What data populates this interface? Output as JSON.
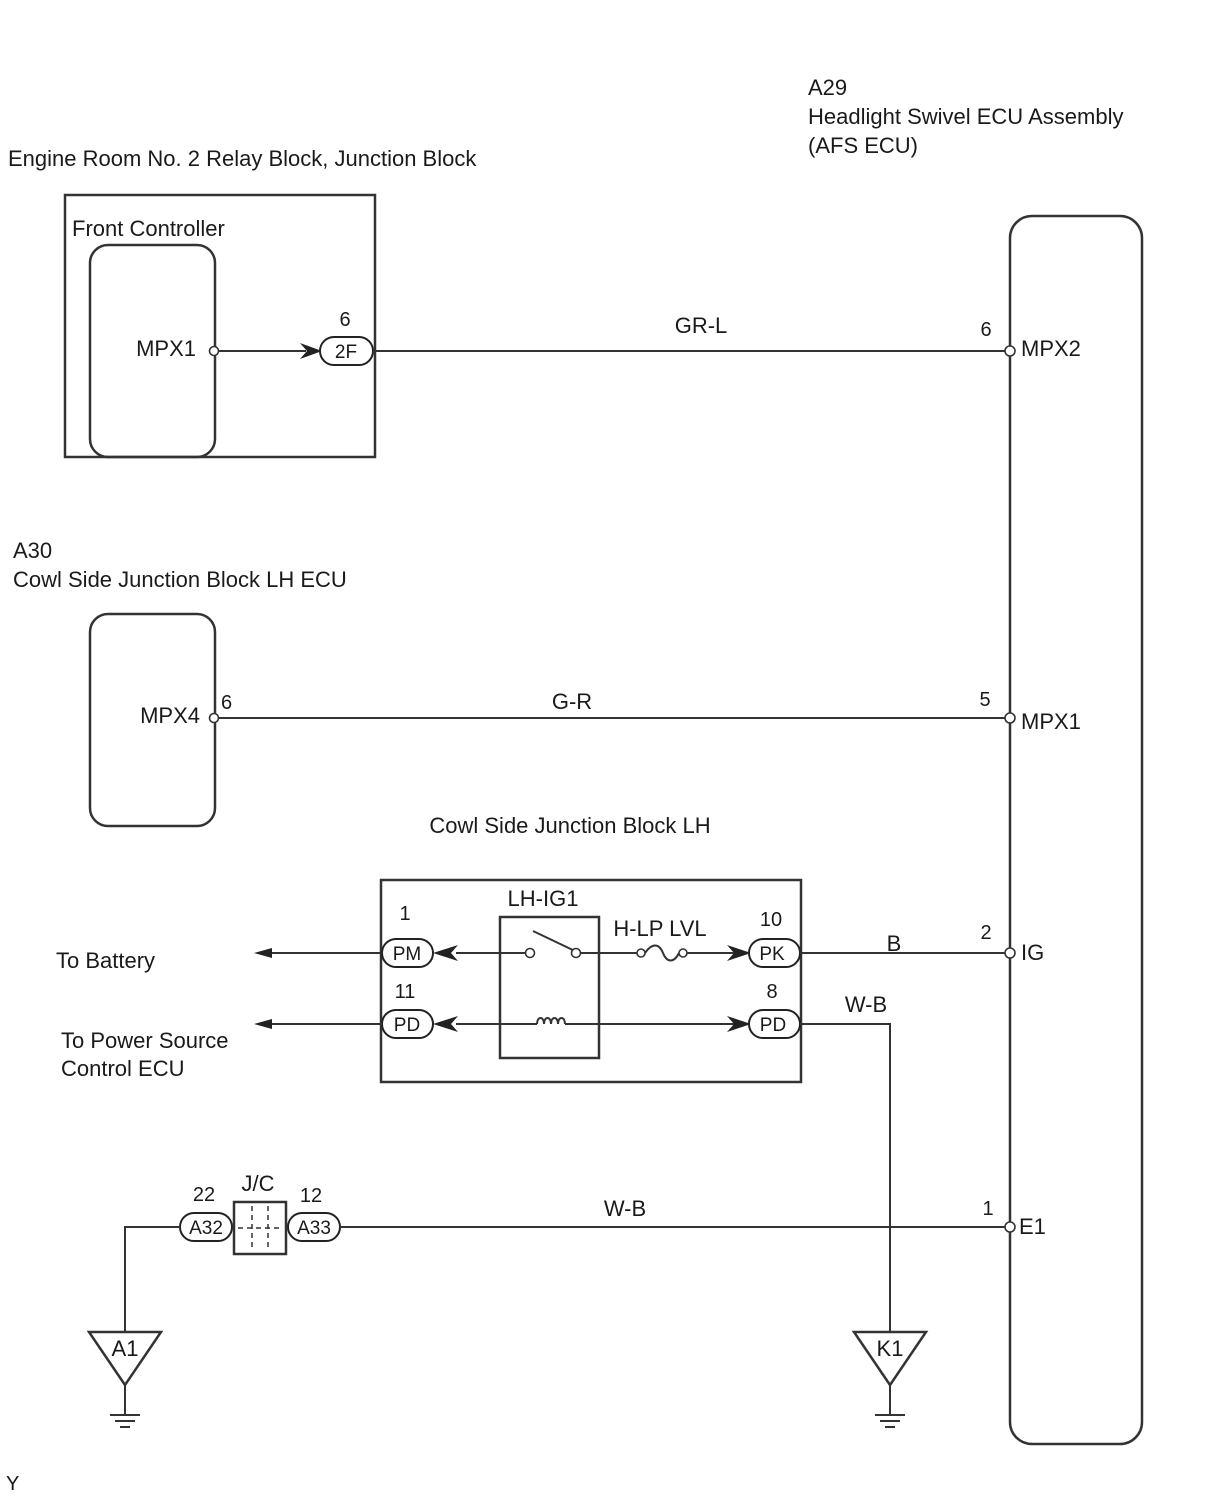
{
  "components": {
    "relay_block": {
      "title": "Engine Room No. 2 Relay Block, Junction Block",
      "controller": "Front Controller",
      "terminal": "MPX1",
      "connector": {
        "pin": "6",
        "code": "2F"
      }
    },
    "afs_ecu": {
      "code": "A29",
      "name": "Headlight Swivel ECU Assembly",
      "sub": "(AFS ECU)",
      "terminals": [
        {
          "pin": "6",
          "name": "MPX2"
        },
        {
          "pin": "5",
          "name": "MPX1"
        },
        {
          "pin": "2",
          "name": "IG"
        },
        {
          "pin": "1",
          "name": "E1"
        }
      ]
    },
    "cowl_ecu": {
      "code": "A30",
      "name": "Cowl Side Junction Block LH ECU",
      "terminal": "MPX4",
      "pin": "6"
    },
    "cowl_jb": {
      "title": "Cowl Side Junction Block LH",
      "relay": "LH-IG1",
      "fuse": "H-LP LVL",
      "connectors": [
        {
          "pin": "1",
          "code": "PM"
        },
        {
          "pin": "11",
          "code": "PD"
        },
        {
          "pin": "10",
          "code": "PK"
        },
        {
          "pin": "8",
          "code": "PD"
        }
      ]
    },
    "jc": {
      "label": "J/C",
      "left": {
        "pin": "22",
        "code": "A32"
      },
      "right": {
        "pin": "12",
        "code": "A33"
      }
    },
    "grounds": [
      "A1",
      "K1"
    ]
  },
  "wires": {
    "gr_l": "GR-L",
    "g_r": "G-R",
    "b": "B",
    "w_b_upper": "W-B",
    "w_b_lower": "W-B"
  },
  "destinations": {
    "battery": "To Battery",
    "power_line1": "To Power Source",
    "power_line2": "Control ECU"
  },
  "footer_code": "Y"
}
